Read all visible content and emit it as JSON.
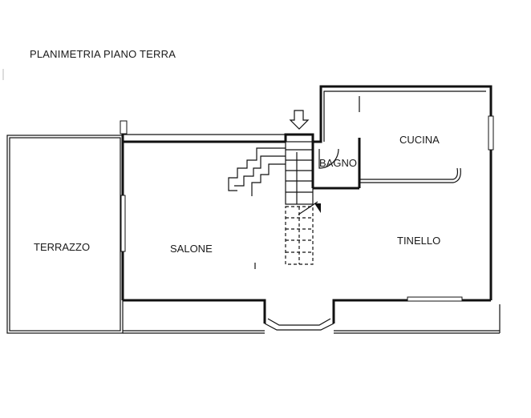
{
  "title": "PLANIMETRIA PIANO TERRA",
  "rooms": {
    "terrazzo": "TERRAZZO",
    "salone": "SALONE",
    "bagno": "BAGNO",
    "cucina": "CUCINA",
    "tinello": "TINELLO"
  },
  "icons": {
    "entrance": "down-arrow-icon"
  }
}
